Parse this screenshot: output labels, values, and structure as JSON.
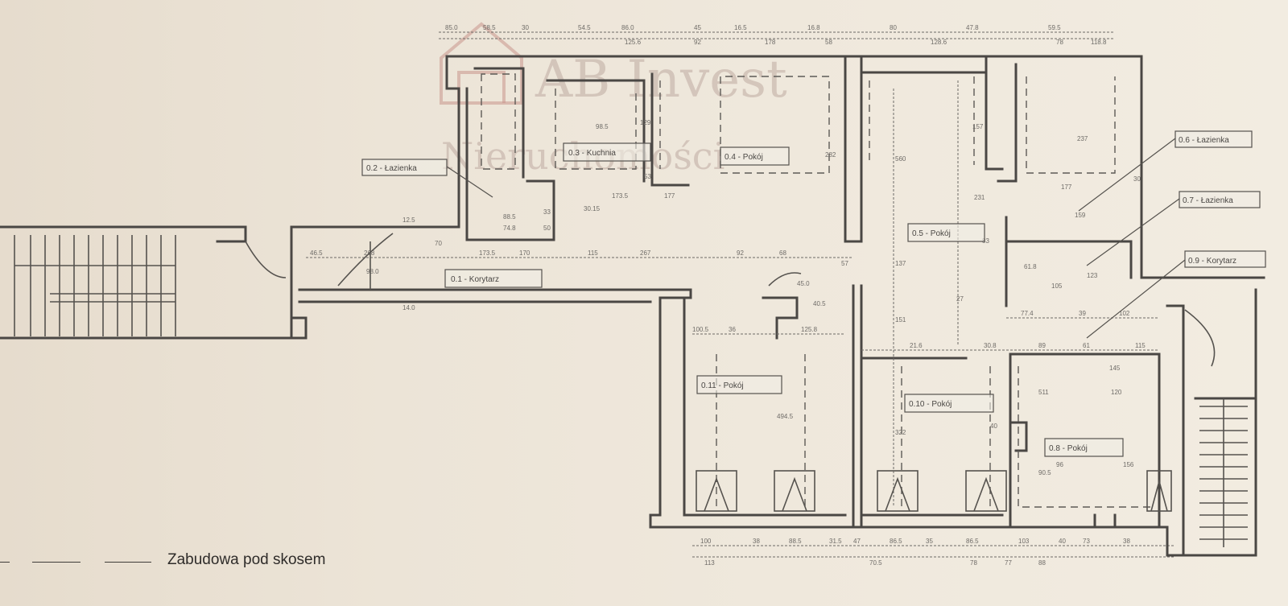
{
  "watermark": {
    "line1": "AB Invest",
    "line2": "Nieruchomości"
  },
  "rooms": [
    {
      "id": "lazienka",
      "label": "0.2 - Łazienka"
    },
    {
      "id": "korytarz1",
      "label": "0.1 - Korytarz"
    },
    {
      "id": "kuchnia",
      "label": "0.3 - Kuchnia"
    },
    {
      "id": "pokoj4",
      "label": "0.4 - Pokój"
    },
    {
      "id": "pokoj5",
      "label": "0.5 - Pokój"
    },
    {
      "id": "pokoj10",
      "label": "0.10 - Pokój"
    },
    {
      "id": "pokoj11",
      "label": "0.11 - Pokój"
    },
    {
      "id": "pokoj8",
      "label": "0.8 - Pokój"
    },
    {
      "id": "lazienka6",
      "label": "0.6 - Łazienka"
    },
    {
      "id": "lazienka7",
      "label": "0.7 - Łazienka"
    },
    {
      "id": "korytarz9",
      "label": "0.9 - Korytarz"
    }
  ],
  "legend": {
    "label": "Zabudowa pod skosem"
  },
  "colors": {
    "paper": "#ece4d7",
    "ink": "#4a4744",
    "watermark": "#c9a9a0"
  }
}
